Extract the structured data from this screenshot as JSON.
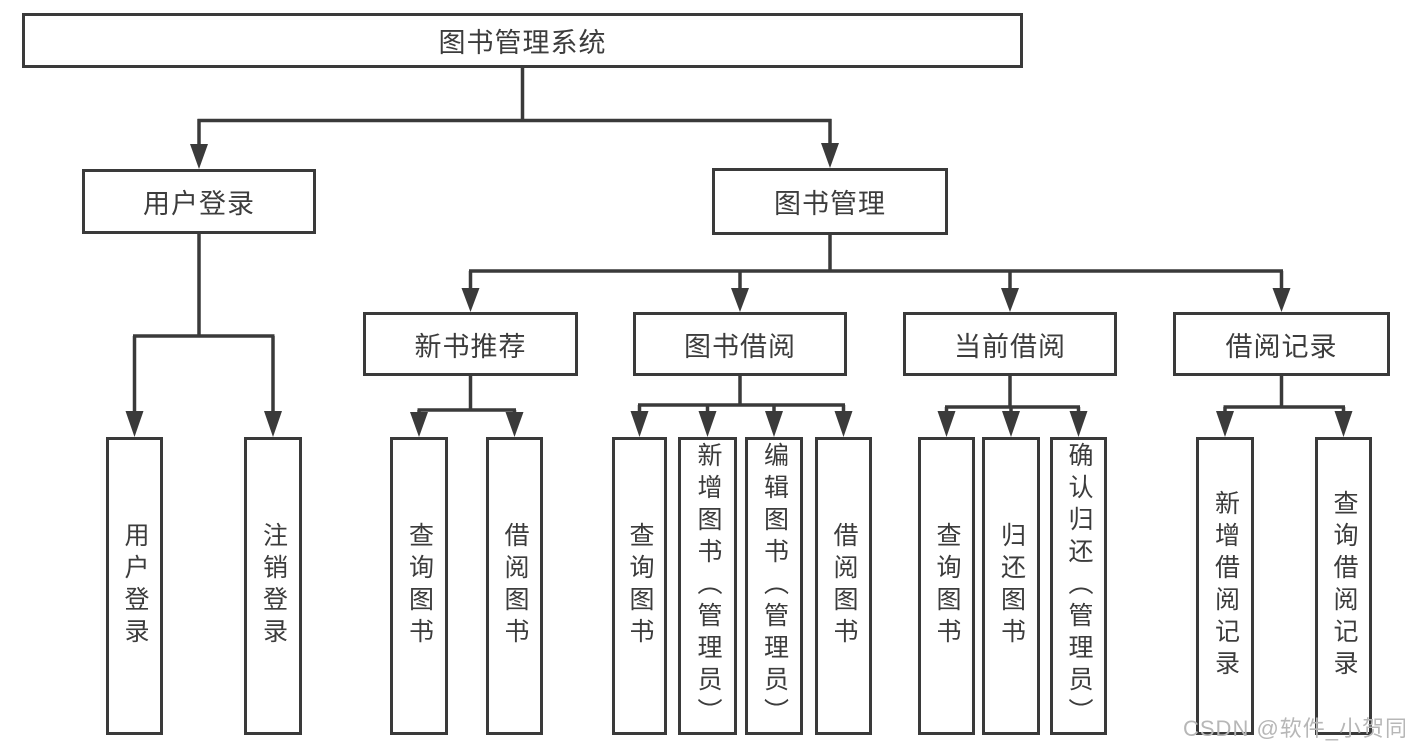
{
  "diagram": {
    "type": "hierarchy-tree",
    "colors": {
      "line": "#3a3a3a",
      "text": "#3c3c3c",
      "background": "#ffffff",
      "watermark": "#b7b7b7"
    },
    "watermark": "CSDN @软件_小贺同学",
    "nodes": {
      "root": "图书管理系统",
      "level2": {
        "user_login": "用户登录",
        "book_mgmt": "图书管理"
      },
      "level3": {
        "new_books": "新书推荐",
        "book_borrow": "图书借阅",
        "current_borrow": "当前借阅",
        "borrow_records": "借阅记录"
      },
      "leaves": {
        "user_login": [
          "用户登录",
          "注销登录"
        ],
        "new_books": [
          "查询图书",
          "借阅图书"
        ],
        "book_borrow": [
          "查询图书",
          "新增图书（管理员）",
          "编辑图书（管理员）",
          "借阅图书"
        ],
        "current_borrow": [
          "查询图书",
          "归还图书",
          "确认归还（管理员）"
        ],
        "borrow_records": [
          "新增借阅记录",
          "查询借阅记录"
        ]
      }
    }
  }
}
